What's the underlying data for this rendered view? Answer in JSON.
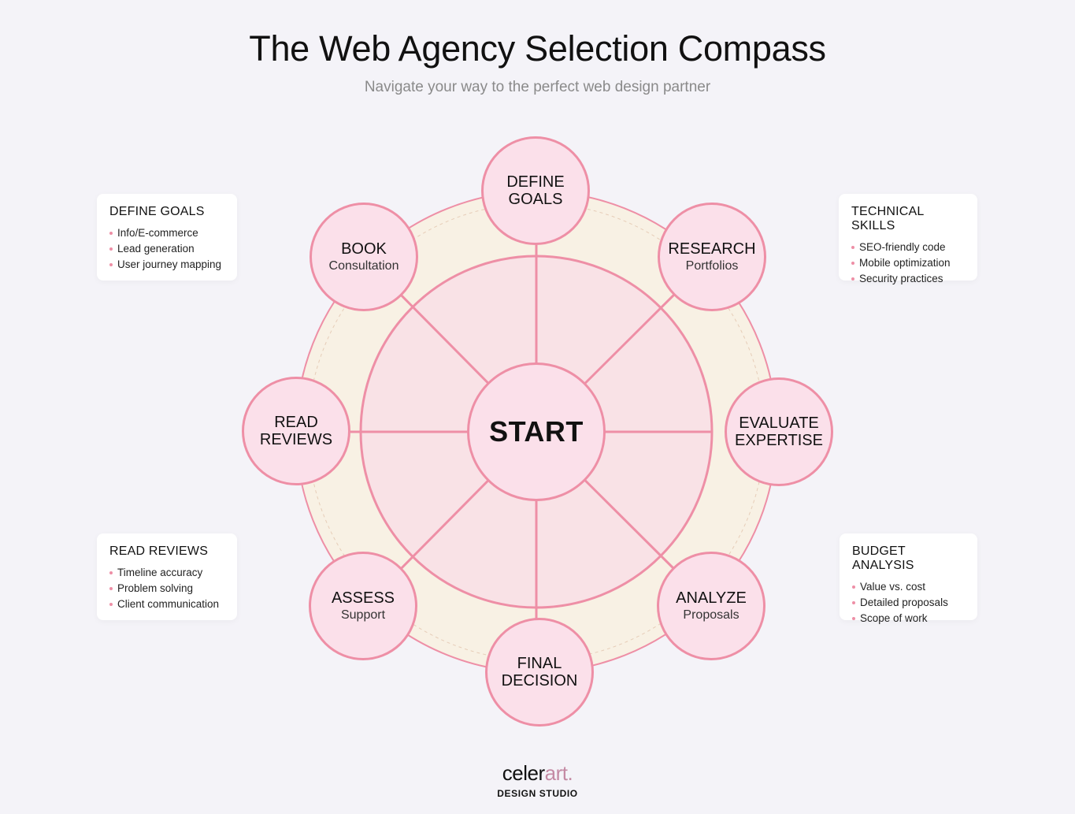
{
  "title": "The Web Agency Selection Compass",
  "subtitle": "Navigate your way to the perfect web design partner",
  "center": {
    "label": "START"
  },
  "nodes": {
    "define_goals": {
      "main": "DEFINE\nGOALS",
      "sub": ""
    },
    "research": {
      "main": "RESEARCH",
      "sub": "Portfolios"
    },
    "evaluate": {
      "main": "EVALUATE\nEXPERTISE",
      "sub": ""
    },
    "analyze": {
      "main": "ANALYZE",
      "sub": "Proposals"
    },
    "final": {
      "main": "FINAL\nDECISION",
      "sub": ""
    },
    "assess": {
      "main": "ASSESS",
      "sub": "Support"
    },
    "read_reviews": {
      "main": "READ\nREVIEWS",
      "sub": ""
    },
    "book": {
      "main": "BOOK",
      "sub": "Consultation"
    }
  },
  "cards": {
    "top_left": {
      "title": "DEFINE GOALS",
      "items": [
        "Info/E-commerce",
        "Lead generation",
        "User journey mapping"
      ]
    },
    "top_right": {
      "title": "TECHNICAL SKILLS",
      "items": [
        "SEO-friendly code",
        "Mobile optimization",
        "Security practices"
      ]
    },
    "bottom_left": {
      "title": "READ REVIEWS",
      "items": [
        "Timeline accuracy",
        "Problem solving",
        "Client communication"
      ]
    },
    "bottom_right": {
      "title": "BUDGET ANALYSIS",
      "items": [
        "Value vs. cost",
        "Detailed proposals",
        "Scope of work"
      ]
    }
  },
  "logo": {
    "prefix": "celer",
    "accent": "art.",
    "tagline": "DESIGN STUDIO"
  },
  "colors": {
    "background": "#f4f3f8",
    "node_fill": "#fbe0ea",
    "node_stroke": "#ee8fa6",
    "inner_fill": "#f9e2e6",
    "outer_fill": "#f8f1e4"
  }
}
